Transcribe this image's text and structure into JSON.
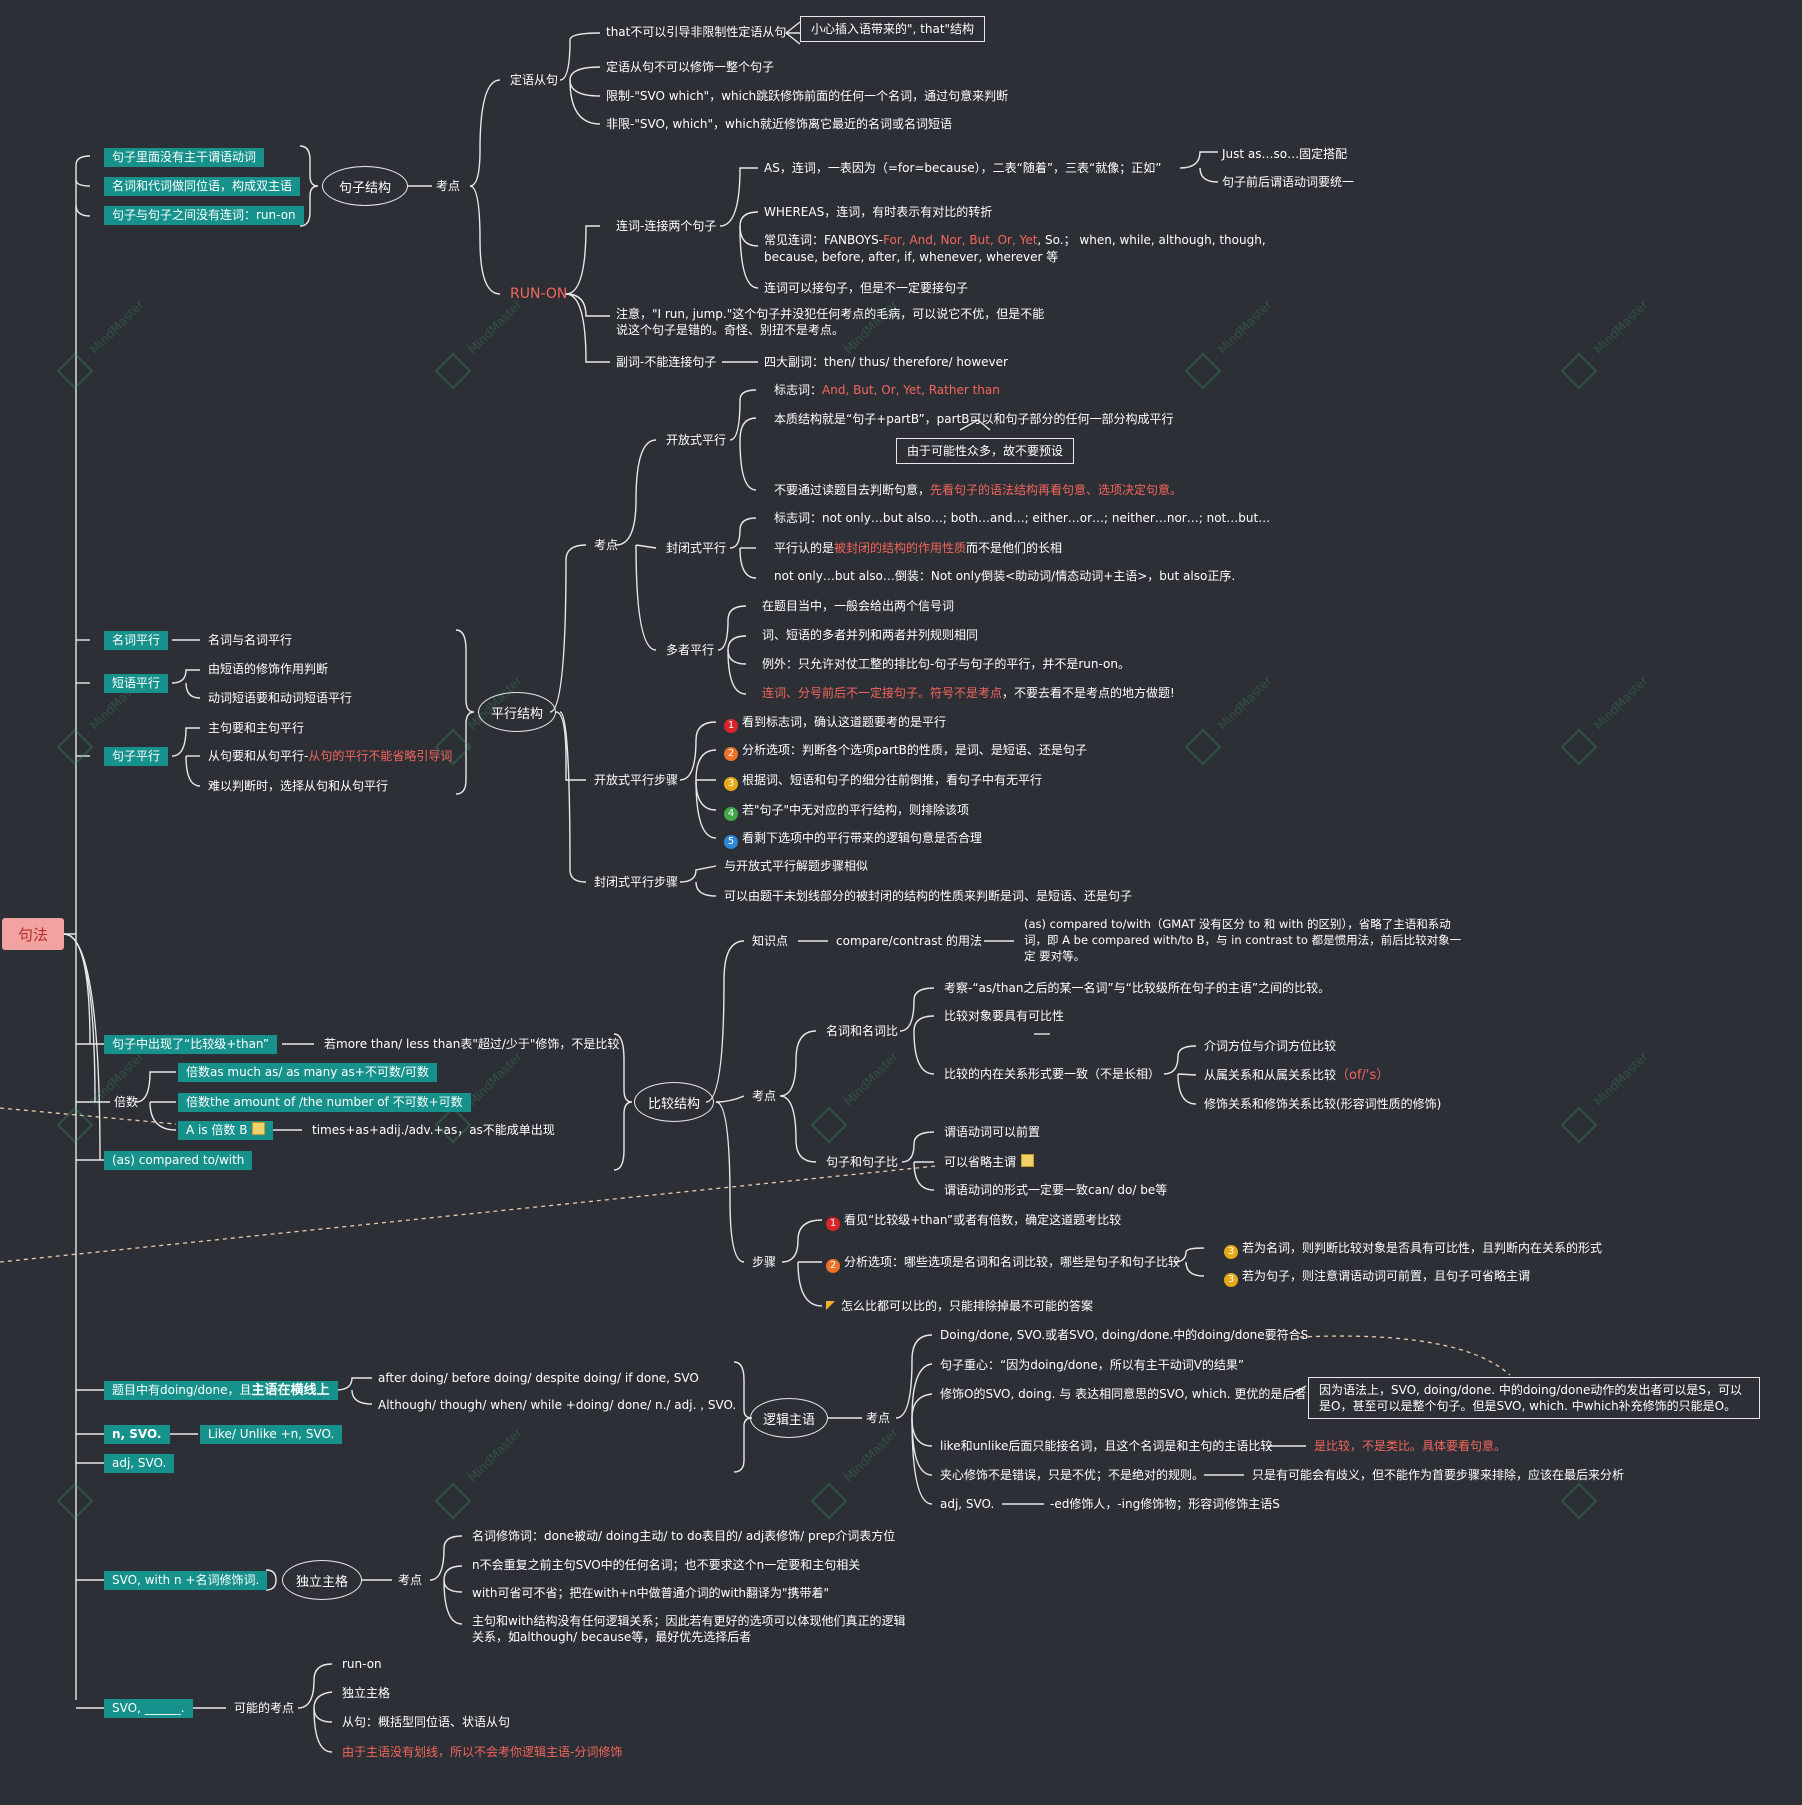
{
  "root": "句法",
  "watermark": "MindMaster",
  "s1": {
    "tags": [
      "句子里面没有主干谓语动词",
      "名词和代词做同位语，构成双主语",
      "句子与句子之间没有连词：run-on"
    ],
    "oval": "句子结构",
    "kaodian": "考点",
    "dingyu": {
      "label": "定语从句",
      "items": [
        "that不可以引导非限制性定语从句",
        "定语从句不可以修饰一整个句子",
        "限制-\"SVO which\"，which跳跃修饰前面的任何一个名词，通过句意来判断",
        "非限-\"SVO, which\"，which就近修饰离它最近的名词或名词短语"
      ],
      "callout": "小心插入语带来的\", that\"结构"
    },
    "runon": {
      "label": "RUN-ON",
      "lianci": {
        "label": "连词-连接两个句子",
        "as": "AS，连词，一表因为（=for=because），二表“随着”，三表“就像；正如”",
        "as_sub": [
          "Just as…so…固定搭配",
          "句子前后谓语动词要统一"
        ],
        "whereas": "WHEREAS，连词，有时表示有对比的转折",
        "common_a": "常见连词：FANBOYS-",
        "common_red": "For, And, Nor, But, Or, Yet",
        "common_b": ", So.；  when, while, although, though,",
        "common_line2": "because, before, after, if, whenever, wherever 等",
        "can": "连词可以接句子，但是不一定要接句子"
      },
      "note": "注意，\"I run, jump.\"这个句子并没犯任何考点的毛病，可以说它不优，但是不能说这个句子是错的。奇怪、别扭不是考点。",
      "fuci": "副词-不能连接句子",
      "fuci_sub": "四大副词：then/ thus/ therefore/ however"
    }
  },
  "s2": {
    "tags": [
      {
        "tag": "名词平行",
        "items": [
          "名词与名词平行"
        ]
      },
      {
        "tag": "短语平行",
        "items": [
          "由短语的修饰作用判断",
          "动词短语要和动词短语平行"
        ]
      },
      {
        "tag": "句子平行",
        "items": [
          "主句要和主句平行",
          "从句要和从句平行-",
          "难以判断时，选择从句和从句平行"
        ],
        "red": "从句的平行不能省略引导词"
      }
    ],
    "oval": "平行结构",
    "kaodian": "考点",
    "open": {
      "label": "开放式平行",
      "biaozhi": "标志词：",
      "biaozhi_red": "And, But, Or, Yet, Rather than",
      "essence": "本质结构就是“句子+partB”，partB可以和句子部分的任何一部分构成平行",
      "callout": "由于可能性众多，故不要预设",
      "dont": "不要通过读题目去判断句意，",
      "dont_red": "先看句子的语法结构再看句意、选项决定句意。"
    },
    "closed": {
      "label": "封闭式平行",
      "items": [
        "标志词：not only…but also…; both…and…; either…or…; neither…nor…; not…but…",
        "平行认的是",
        "not only…but also…倒装：Not only倒装<助动词/情态动词+主语>，but also正序."
      ],
      "red": "被封闭的结构的作用性质",
      "tail": "而不是他们的长相"
    },
    "multi": {
      "label": "多者平行",
      "items": [
        "在题目当中，一般会给出两个信号词",
        "词、短语的多者并列和两者并列规则相同",
        "例外：只允许对仗工整的排比句-句子与句子的平行，并不是run-on。"
      ],
      "red": "连词、分号前后不一定接句子。符号不是考点",
      "tail": "，不要去看不是考点的地方做题!"
    },
    "open_steps": {
      "label": "开放式平行步骤",
      "items": [
        "看到标志词，确认这道题要考的是平行",
        "分析选项：判断各个选项partB的性质，是词、是短语、还是句子",
        "根据词、短语和句子的细分往前倒推，看句子中有无平行",
        "若\"句子\"中无对应的平行结构，则排除该项",
        "看剩下选项中的平行带来的逻辑句意是否合理"
      ]
    },
    "closed_steps": {
      "label": "封闭式平行步骤",
      "items": [
        "与开放式平行解题步骤相似",
        "可以由题干未划线部分的被封闭的结构的性质来判断是词、是短语、还是句子"
      ]
    }
  },
  "s3": {
    "tag_than": "句子中出现了“比较级+than”",
    "than_note": "若more than/ less than表\"超过/少于\"修饰，不是比较",
    "beishu": "倍数",
    "beishu_items": [
      "倍数as much as/ as many as+不可数/可数",
      "倍数the amount of /the number of 不可数+可数",
      "A is 倍数 B"
    ],
    "beishu_note": "times+as+adij./adv.+as，as不能成单出现",
    "compared_tag": "(as) compared to/with",
    "oval": "比较结构",
    "zhishi": "知识点",
    "zhishi_mid": "compare/contrast 的用法",
    "zhishi_text": "(as) compared to/with（GMAT 没有区分 to 和 with 的区别），省略了主语和系动词，即 A be compared with/to B，与 in contrast to 都是惯用法，前后比较对象一定 要对等。",
    "kaodian": "考点",
    "mingci": {
      "label": "名词和名词比",
      "items": [
        "考察-“as/than之后的某一名词”与“比较级所在句子的主语”之间的比较。",
        "比较对象要具有可比性",
        "比较的内在关系形式要一致（不是长相）"
      ],
      "sub": [
        "介词方位与介词方位比较",
        "从属关系和从属关系比较",
        "修饰关系和修饰关系比较(形容词性质的修饰)"
      ],
      "red": "（of/'s）"
    },
    "juzi": {
      "label": "句子和句子比",
      "items": [
        "谓语动词可以前置",
        "可以省略主谓",
        "谓语动词的形式一定要一致can/ do/ be等"
      ]
    },
    "steps": {
      "label": "步骤",
      "items": [
        "看见“比较级+than”或者有倍数，确定这道题考比较",
        "分析选项：哪些选项是名词和名词比较，哪些是句子和句子比较",
        "怎么比都可以比的，只能排除掉最不可能的答案"
      ],
      "sub": [
        "若为名词，则判断比较对象是否具有可比性，且判断内在关系的形式",
        "若为句子，则注意谓语动词可前置，且句子可省略主谓"
      ]
    }
  },
  "s4": {
    "tag1": "题目中有doing/done，且",
    "tag1_bold": "主语在横线上",
    "tag1_items": [
      "after doing/ before doing/ despite doing/ if done, SVO",
      "Although/ though/ when/ while +doing/ done/ n./ adj. , SVO."
    ],
    "tag2": "n, SVO.",
    "tag2_sub": "Like/ Unlike +n, SVO.",
    "tag3": "adj, SVO.",
    "oval": "逻辑主语",
    "kaodian": "考点",
    "items": [
      "Doing/done, SVO.或者SVO, doing/done.中的doing/done要符合S",
      "句子重心：“因为doing/done，所以有主干动词V的结果”",
      "修饰O的SVO, doing. 与 表达相同意思的SVO, which. 更优的是后者",
      "like和unlike后面只能接名词，且这个名词是和主句的主语比较",
      "夹心修饰不是错误，只是不优；不是绝对的规则。",
      "adj, SVO."
    ],
    "callout": "因为语法上，SVO, doing/done. 中的doing/done动作的发出者可以是S，可以是O，甚至可以是整个句子。但是SVO, which. 中which补充修饰的只能是O。",
    "like_red": "是比较，不是类比。具体要看句意。",
    "sandwich_sub": "只是有可能会有歧义，但不能作为首要步骤来排除，应该在最后来分析",
    "adj_sub": "-ed修饰人，-ing修饰物；形容词修饰主语S"
  },
  "s5": {
    "tag": "SVO, with n +名词修饰词.",
    "oval": "独立主格",
    "kaodian": "考点",
    "items": [
      "名词修饰词：done被动/ doing主动/ to do表目的/ adj表修饰/ prep介词表方位",
      "n不会重复之前主句SVO中的任何名词；也不要求这个n一定要和主句相关",
      "with可省可不省；把在with+n中做普通介词的with翻译为\"携带着\"",
      "主句和with结构没有任何逻辑关系；因此若有更好的选项可以体现他们真正的逻辑关系，如although/ because等，最好优先选择后者"
    ]
  },
  "s6": {
    "tag": "SVO, ______.",
    "label": "可能的考点",
    "items": [
      "run-on",
      "独立主格",
      "从句：概括型同位语、状语从句"
    ],
    "red": "由于主语没有划线，所以不会考你逻辑主语-分词修饰"
  },
  "colors": {
    "bg": "#2c3036",
    "teal": "#17918b",
    "red": "#f5655b",
    "root_bg": "#f2a2a0"
  }
}
